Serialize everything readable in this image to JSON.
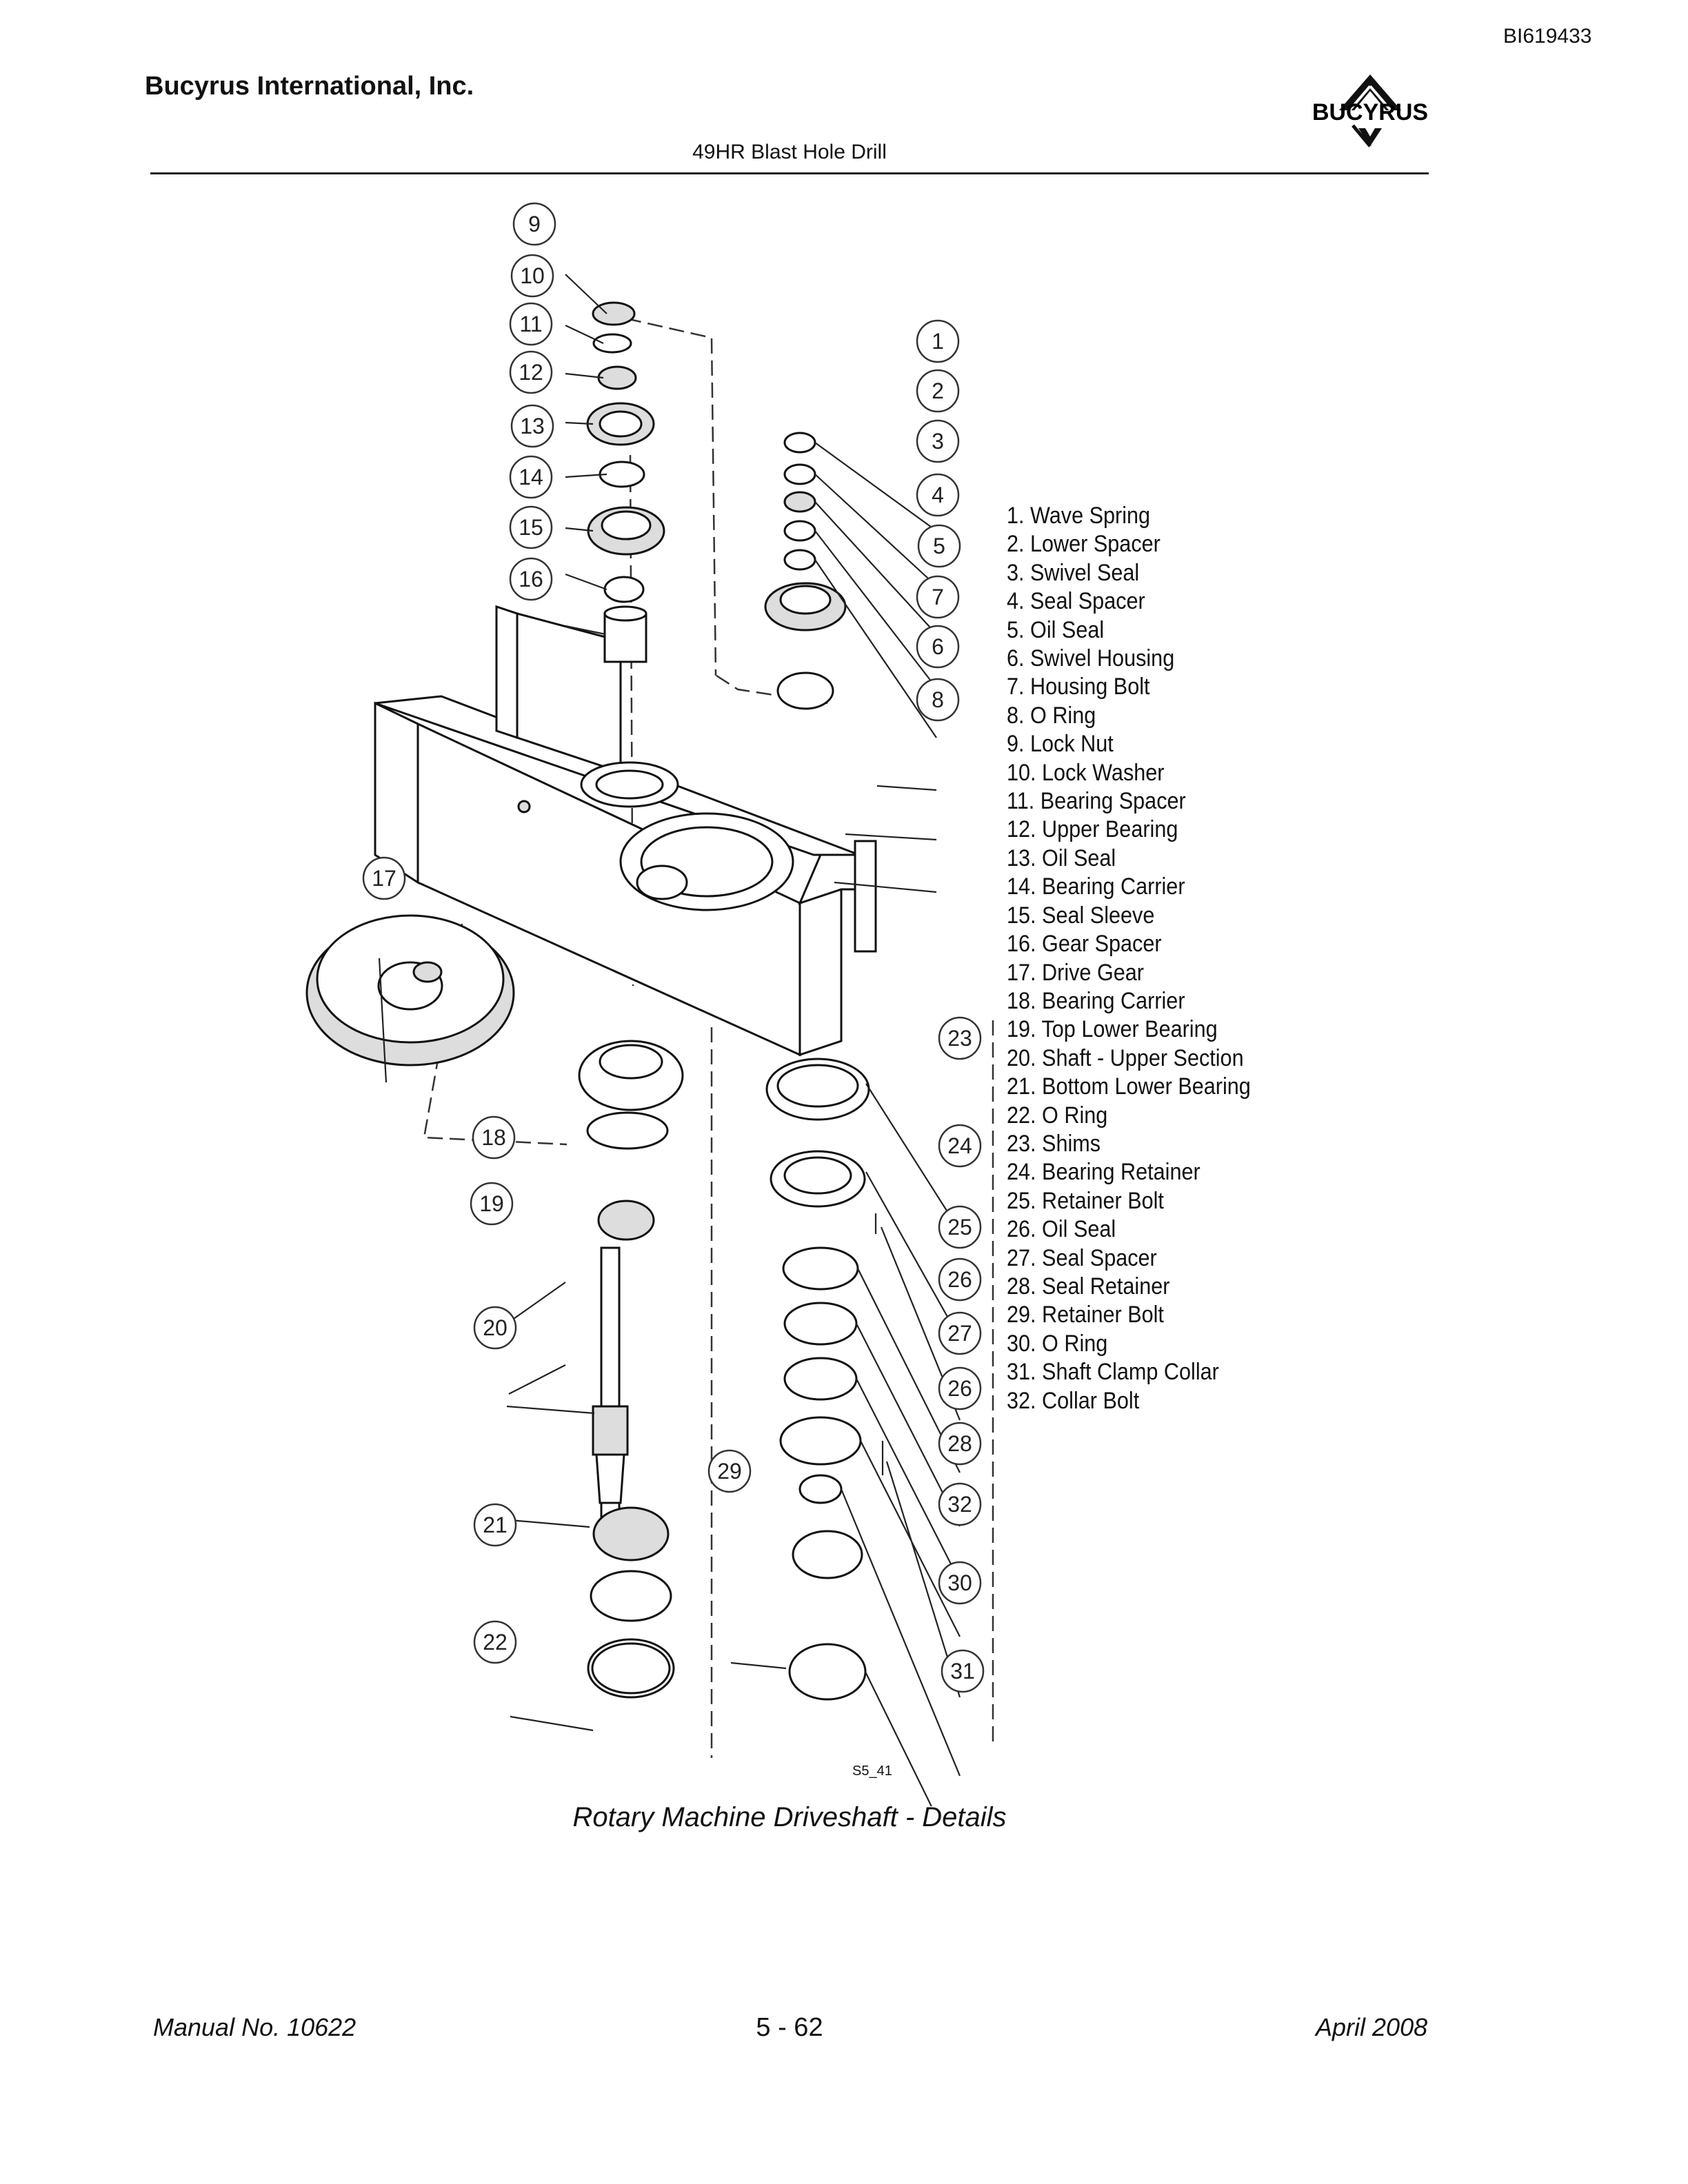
{
  "header": {
    "doc_id": "BI619433",
    "company": "Bucyrus International, Inc.",
    "logo_text": "BUCYRUS",
    "subtitle": "49HR Blast Hole Drill"
  },
  "figure": {
    "code": "S5_41",
    "caption": "Rotary Machine Driveshaft - Details",
    "callouts": [
      "9",
      "10",
      "11",
      "12",
      "13",
      "14",
      "15",
      "16",
      "1",
      "2",
      "3",
      "4",
      "5",
      "7",
      "6",
      "8",
      "17",
      "18",
      "19",
      "20",
      "21",
      "22",
      "23",
      "24",
      "25",
      "26",
      "27",
      "26",
      "28",
      "29",
      "32",
      "30",
      "31"
    ]
  },
  "parts": [
    "1.   Wave Spring",
    "2.   Lower Spacer",
    "3.   Swivel Seal",
    "4.   Seal Spacer",
    "5.   Oil Seal",
    "6.   Swivel Housing",
    "7.   Housing Bolt",
    "8.   O Ring",
    "9.   Lock Nut",
    "10. Lock Washer",
    "11. Bearing Spacer",
    "12. Upper Bearing",
    "13. Oil Seal",
    "14. Bearing Carrier",
    "15. Seal Sleeve",
    "16. Gear Spacer",
    "17. Drive Gear",
    "18. Bearing Carrier",
    "19. Top Lower Bearing",
    "20. Shaft - Upper Section",
    "21. Bottom Lower Bearing",
    "22. O Ring",
    "23. Shims",
    "24. Bearing Retainer",
    "25. Retainer Bolt",
    "26. Oil Seal",
    "27. Seal Spacer",
    "28. Seal Retainer",
    "29. Retainer Bolt",
    "30. O Ring",
    "31. Shaft Clamp Collar",
    "32. Collar Bolt"
  ],
  "footer": {
    "manual": "Manual No. 10622",
    "page": "5 - 62",
    "date": "April 2008"
  }
}
